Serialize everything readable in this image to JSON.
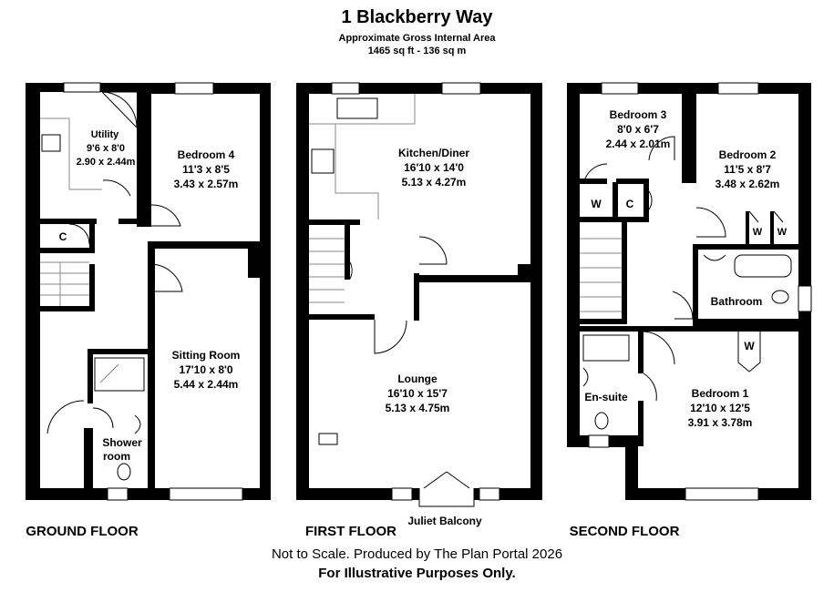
{
  "header": {
    "title": "1 Blackberry Way",
    "subtitle": "Approximate Gross Internal Area",
    "area": "1465 sq ft - 136 sq m"
  },
  "floors": {
    "ground": {
      "label": "GROUND FLOOR",
      "utility": {
        "name": "Utility",
        "imperial": "9'6 x 8'0",
        "metric": "2.90 x 2.44m"
      },
      "bedroom4": {
        "name": "Bedroom 4",
        "imperial": "11'3 x 8'5",
        "metric": "3.43 x 2.57m"
      },
      "cupboard": "C",
      "sitting": {
        "name": "Sitting Room",
        "imperial": "17'10 x 8'0",
        "metric": "5.44 x 2.44m"
      },
      "shower_line1": "Shower",
      "shower_line2": "room"
    },
    "first": {
      "label": "FIRST FLOOR",
      "kitchen": {
        "name": "Kitchen/Diner",
        "imperial": "16'10 x 14'0",
        "metric": "5.13 x 4.27m"
      },
      "lounge": {
        "name": "Lounge",
        "imperial": "16'10 x 15'7",
        "metric": "5.13 x 4.75m"
      },
      "balcony": "Juliet Balcony"
    },
    "second": {
      "label": "SECOND FLOOR",
      "bedroom3": {
        "name": "Bedroom 3",
        "imperial": "8'0 x 6'7",
        "metric": "2.44 x 2.01m"
      },
      "bedroom2": {
        "name": "Bedroom 2",
        "imperial": "11'5 x 8'7",
        "metric": "3.48 x 2.62m"
      },
      "wardrobe": "W",
      "cupboard": "C",
      "bathroom": "Bathroom",
      "ensuite": "En-suite",
      "bedroom1": {
        "name": "Bedroom 1",
        "imperial": "12'10 x 12'5",
        "metric": "3.91 x 3.78m"
      }
    }
  },
  "footer": {
    "line1": "Not to Scale. Produced by The Plan Portal 2026",
    "line2": "For Illustrative Purposes Only."
  }
}
